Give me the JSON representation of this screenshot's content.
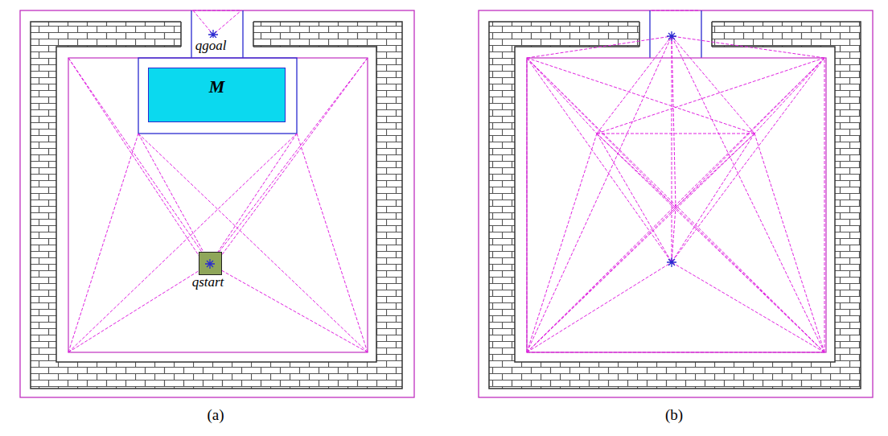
{
  "diagram": {
    "nodes": [
      {
        "text": [
          "M"
        ]
      },
      {
        "text": [
          "qstart"
        ]
      }
    ],
    "labels": [
      "qgoal",
      "(a)",
      "(b)"
    ]
  }
}
